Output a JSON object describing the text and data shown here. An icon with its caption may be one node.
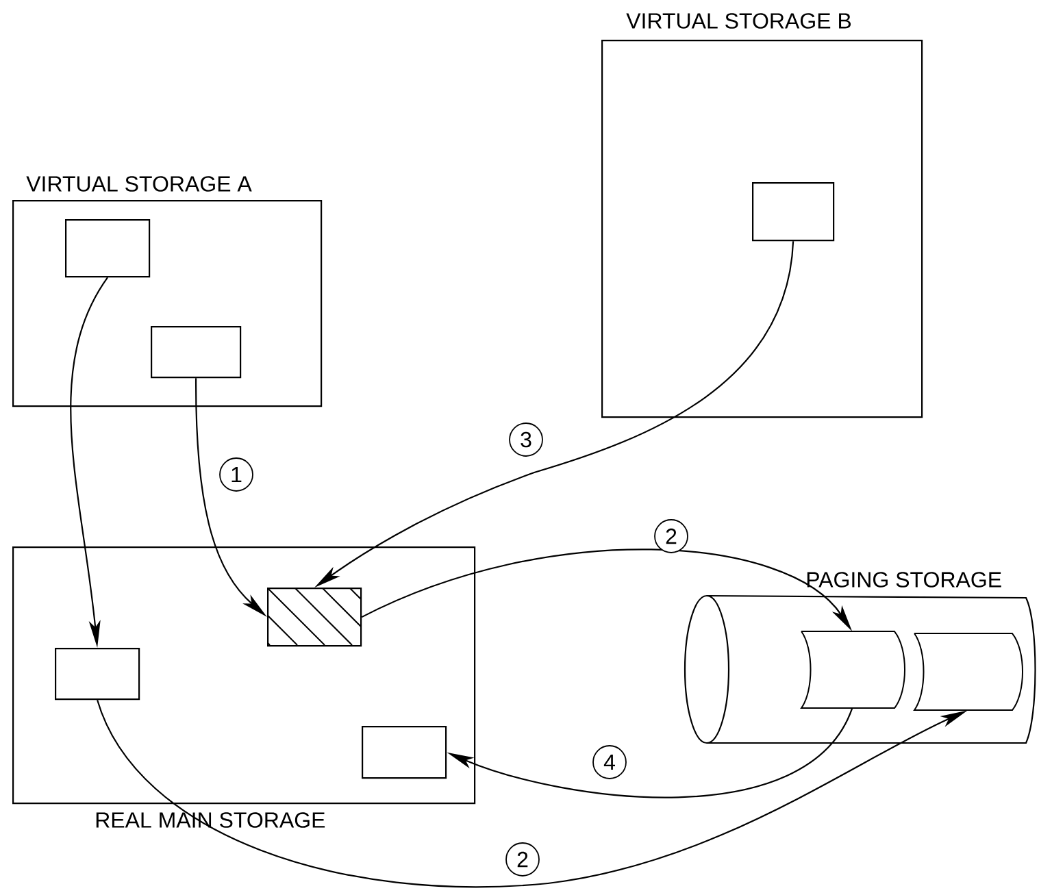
{
  "diagram": {
    "nodes": [
      {
        "text": [
          "VIRTUAL STORAGE A"
        ]
      },
      {
        "text": [],
        "shape": "box",
        "in": 0
      },
      {
        "text": [],
        "shape": "box",
        "in": 0
      },
      {
        "text": [
          "VIRTUAL STORAGE B"
        ]
      },
      {
        "text": [],
        "shape": "box",
        "in": 3
      },
      {
        "text": [
          "REAL MAIN STORAGE"
        ]
      },
      {
        "text": [],
        "shape": "box",
        "in": 5
      },
      {
        "text": [],
        "shape": "box",
        "in": 5
      },
      {
        "text": [],
        "shape": "box",
        "in": 5
      },
      {
        "text": [
          "PAGING STORAGE"
        ]
      },
      {
        "text": [],
        "shape": "cylinder",
        "in": 9
      },
      {
        "text": [],
        "shape": "cylinder",
        "in": 9
      }
    ],
    "edges": [
      {
        "from": 1,
        "to": 6,
        "arrow": "to"
      },
      {
        "from": 2,
        "to": 7,
        "arrow": "to",
        "label": "1"
      },
      {
        "from": 4,
        "to": 7,
        "arrow": "to",
        "label": "3"
      },
      {
        "from": 7,
        "to": 10,
        "arrow": "to",
        "label": "2"
      },
      {
        "from": 10,
        "to": 8,
        "arrow": "to",
        "label": "4"
      },
      {
        "from": 6,
        "to": 11,
        "arrow": "to",
        "label": "2"
      }
    ]
  }
}
